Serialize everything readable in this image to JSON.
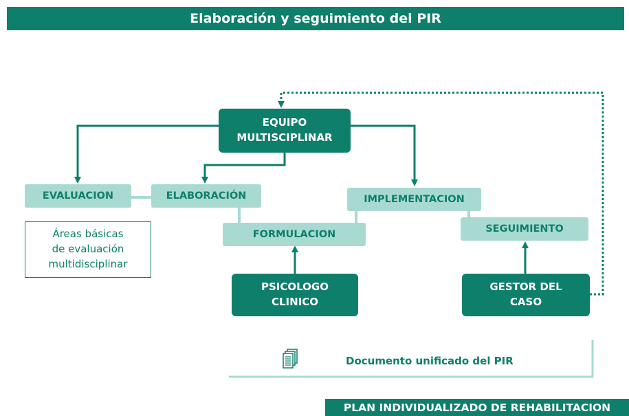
{
  "header": {
    "title": "Elaboración y seguimiento del PIR"
  },
  "nodes": {
    "equipo": [
      "EQUIPO",
      "MULTISCIPLINAR"
    ],
    "evaluacion": "EVALUACION",
    "elaboracion": "ELABORACIÓN",
    "implementacion": "IMPLEMENTACION",
    "formulacion": "FORMULACION",
    "seguimiento": "SEGUIMIENTO",
    "psicologo": [
      "PSICOLOGO",
      "CLINICO"
    ],
    "gestor": [
      "GESTOR DEL",
      "CASO"
    ],
    "areas": [
      "Áreas básicas",
      "de evaluación",
      "multidisciplinar"
    ]
  },
  "document": {
    "label": "Documento unificado del PIR",
    "icon": "document-stack-icon"
  },
  "footer": {
    "label": "PLAN INDIVIDUALIZADO DE REHABILITACION"
  },
  "colors": {
    "dark": "#0e7f6a",
    "light": "#a9dad2"
  }
}
